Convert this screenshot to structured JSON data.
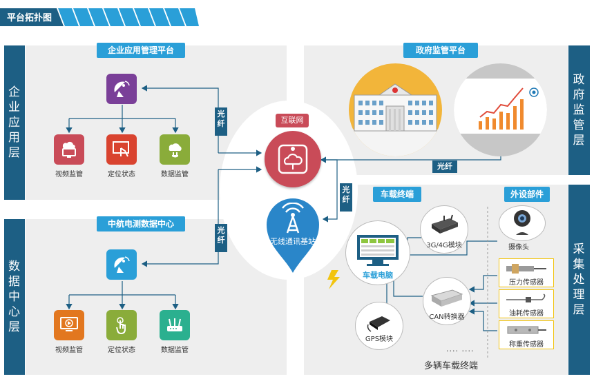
{
  "header": {
    "title": "平台拓扑图"
  },
  "enterprise": {
    "side_label": "企业应用层",
    "title": "企业应用管理平台",
    "items": [
      "视频监管",
      "定位状态",
      "数据监管"
    ]
  },
  "datacenter": {
    "side_label": "数据中心层",
    "title": "中航电测数据中心",
    "items": [
      "视频监管",
      "定位状态",
      "数据监管"
    ]
  },
  "government": {
    "side_label": "政府监管层",
    "title": "政府监管平台"
  },
  "collection": {
    "side_label": "采集处理层",
    "vehicle_title": "车载终端",
    "peripheral_title": "外设部件",
    "computer": "车载电脑",
    "module_3g4g": "3G/4G模块",
    "can": "CAN转换器",
    "gps": "GPS模块",
    "camera": "摄像头",
    "pressure": "压力传感器",
    "fuel": "油耗传感器",
    "weight": "称重传感器",
    "dots": ".... ....",
    "multi": "多辆车载终端"
  },
  "center": {
    "internet": "互联网",
    "station": "无线通讯基站",
    "fiber": "光纤"
  },
  "colors": {
    "dark_blue": "#1d5f84",
    "accent_blue": "#2a9fd8",
    "red": "#c94b58",
    "purple": "#7a3f98"
  }
}
